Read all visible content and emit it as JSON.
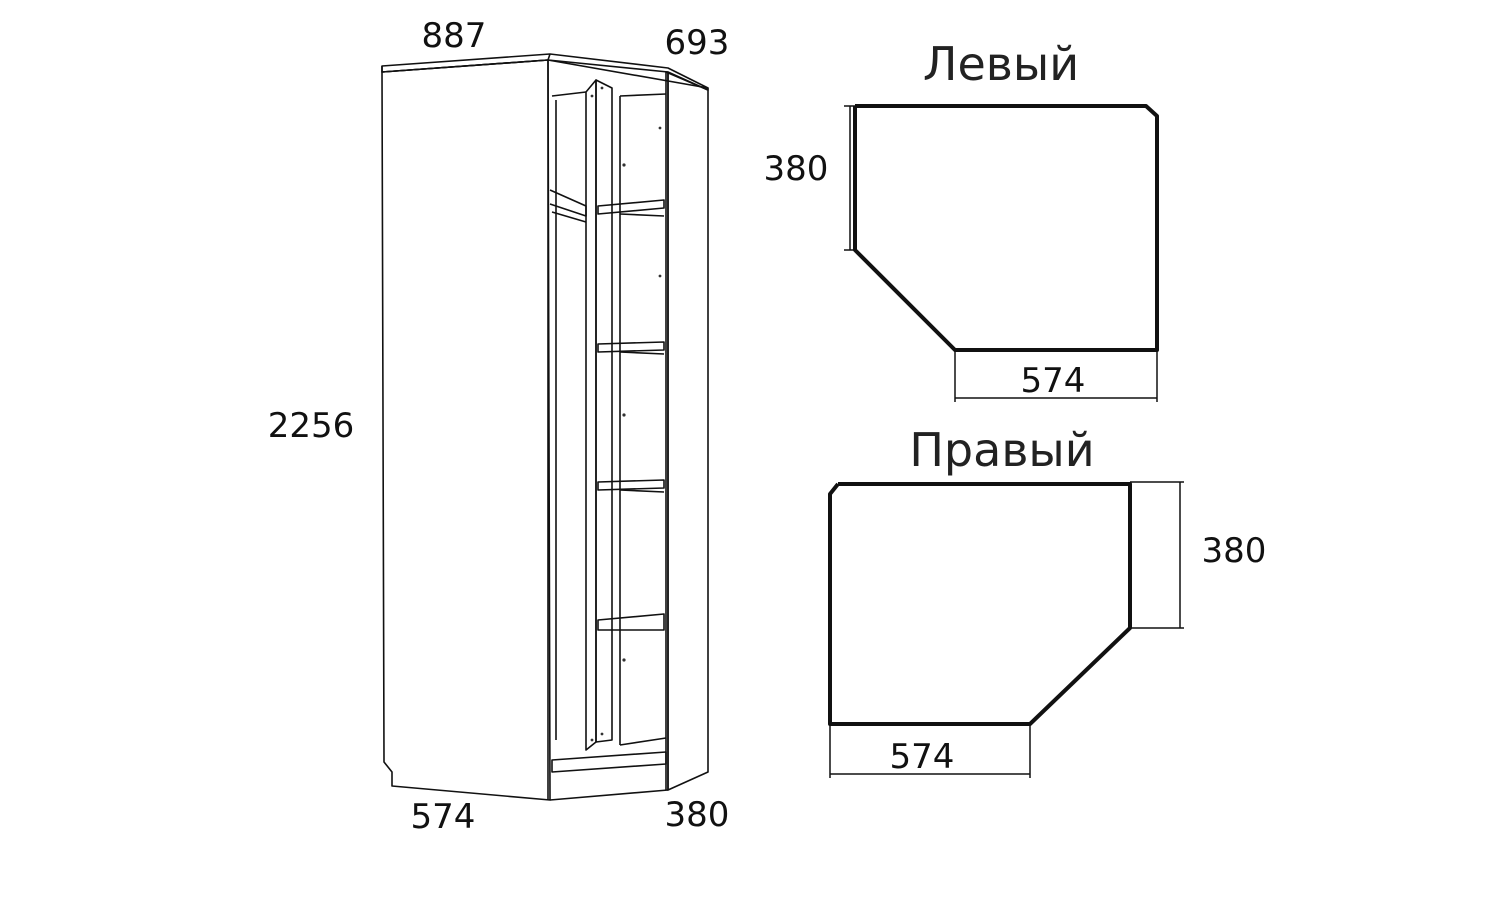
{
  "cabinet": {
    "width_label": "887",
    "depth_label": "693",
    "height_label": "2256",
    "front_left_label": "574",
    "front_right_label": "380"
  },
  "left_variant": {
    "title": "Левый",
    "side_label": "380",
    "front_label": "574"
  },
  "right_variant": {
    "title": "Правый",
    "side_label": "380",
    "front_label": "574"
  },
  "colors": {
    "line": "#111111",
    "background": "#ffffff"
  }
}
